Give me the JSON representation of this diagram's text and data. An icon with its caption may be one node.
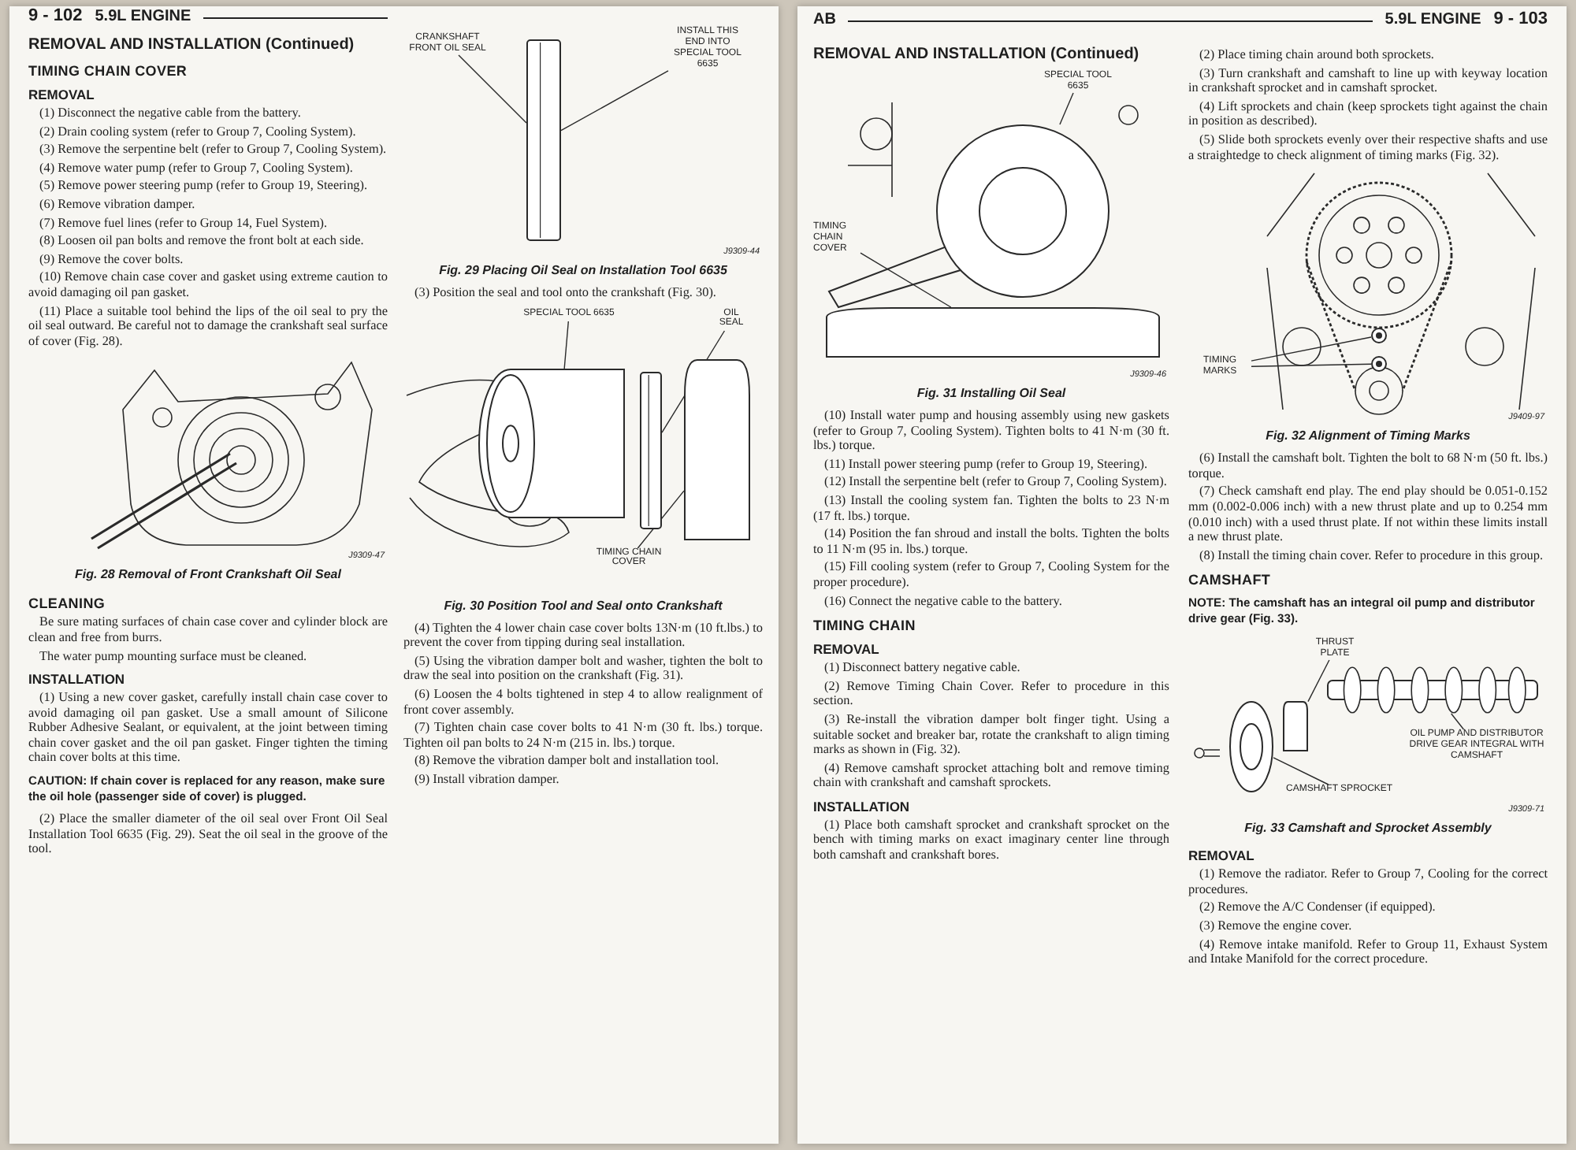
{
  "diagram": {
    "nodes": [
      {
        "text": [
          "CRANKSHAFT FRONT OIL SEAL"
        ]
      },
      {
        "text": [
          "INSTALL THIS END INTO SPECIAL TOOL 6635"
        ]
      },
      {
        "text": [],
        "shape": "bar"
      },
      {
        "text": [
          "SPECIAL TOOL 6635"
        ]
      },
      {
        "text": [
          "OIL SEAL"
        ]
      },
      {
        "text": [],
        "shape": "cylinder"
      },
      {
        "text": [],
        "shape": "bar"
      },
      {
        "text": [
          "TIMING CHAIN COVER"
        ]
      },
      {
        "text": [],
        "shape": "box"
      },
      {
        "text": [
          "SPECIAL TOOL 6635"
        ]
      },
      {
        "text": [
          "TIMING CHAIN COVER"
        ]
      },
      {
        "text": [],
        "shape": "circle"
      },
      {
        "text": [],
        "shape": "box"
      },
      {
        "text": [
          "TIMING MARKS"
        ]
      },
      {
        "text": [],
        "shape": "circle"
      },
      {
        "text": [],
        "shape": "circle"
      },
      {
        "text": [
          "THRUST PLATE"
        ]
      },
      {
        "text": [
          "OIL PUMP AND DISTRIBUTOR DRIVE GEAR INTEGRAL WITH CAMSHAFT"
        ]
      },
      {
        "text": [
          "CAMSHAFT SPROCKET"
        ]
      },
      {
        "text": [],
        "shape": "circle"
      },
      {
        "text": [],
        "shape": "box"
      },
      {
        "text": [],
        "shape": "bar"
      }
    ],
    "edges": [
      {
        "from": 0,
        "to": 2,
        "arrow": "none"
      },
      {
        "from": 1,
        "to": 2,
        "arrow": "none"
      },
      {
        "from": 3,
        "to": 5,
        "arrow": "none"
      },
      {
        "from": 4,
        "to": 6,
        "arrow": "none"
      },
      {
        "from": 7,
        "to": 8,
        "arrow": "none"
      },
      {
        "from": 9,
        "to": 11,
        "arrow": "none"
      },
      {
        "from": 10,
        "to": 12,
        "arrow": "none"
      },
      {
        "from": 13,
        "to": 14,
        "arrow": "none"
      },
      {
        "from": 13,
        "to": 15,
        "arrow": "none"
      },
      {
        "from": 16,
        "to": 20,
        "arrow": "none"
      },
      {
        "from": 17,
        "to": 21,
        "arrow": "none"
      },
      {
        "from": 18,
        "to": 19,
        "arrow": "none"
      }
    ],
    "labels": [
      "9 - 102",
      "5.9L ENGINE",
      "REMOVAL AND INSTALLATION (Continued)",
      "TIMING CHAIN COVER",
      "REMOVAL",
      "(1) Disconnect the negative cable from the battery.",
      "(2) Drain cooling system (refer to Group 7, Cooling System).",
      "(3) Remove the serpentine belt (refer to Group 7, Cooling System).",
      "(4) Remove water pump (refer to Group 7, Cooling System).",
      "(5) Remove power steering pump (refer to Group 19, Steering).",
      "(6) Remove vibration damper.",
      "(7) Remove fuel lines (refer to Group 14, Fuel System).",
      "(8) Loosen oil pan bolts and remove the front bolt at each side.",
      "(9) Remove the cover bolts.",
      "(10) Remove chain case cover and gasket using extreme caution to avoid damaging oil pan gasket.",
      "(11) Place a suitable tool behind the lips of the oil seal to pry the oil seal outward. Be careful not to damage the crankshaft seal surface of cover (Fig. 28).",
      "J9309-47",
      "Fig. 28 Removal of Front Crankshaft Oil Seal",
      "CLEANING",
      "Be sure mating surfaces of chain case cover and cylinder block are clean and free from burrs.",
      "The water pump mounting surface must be cleaned.",
      "INSTALLATION",
      "(1) Using a new cover gasket, carefully install chain case cover to avoid damaging oil pan gasket. Use a small amount of Silicone Rubber Adhesive Sealant, or equivalent, at the joint between timing chain cover gasket and the oil pan gasket. Finger tighten the timing chain cover bolts at this time.",
      "CAUTION: If chain cover is replaced for any reason, make sure the oil hole (passenger side of cover) is plugged.",
      "(2) Place the smaller diameter of the oil seal over Front Oil Seal Installation Tool 6635 (Fig. 29). Seat the oil seal in the groove of the tool.",
      "J9309-44",
      "Fig. 29 Placing Oil Seal on Installation Tool 6635",
      "(3) Position the seal and tool onto the crankshaft (Fig. 30).",
      "Fig. 30 Position Tool and Seal onto Crankshaft",
      "(4) Tighten the 4 lower chain case cover bolts 13N·m (10 ft.lbs.) to prevent the cover from tipping during seal installation.",
      "(5) Using the vibration damper bolt and washer, tighten the bolt to draw the seal into position on the crankshaft (Fig. 31).",
      "(6) Loosen the 4 bolts tightened in step 4 to allow realignment of front cover assembly.",
      "(7) Tighten chain case cover bolts to 41 N·m (30 ft. lbs.) torque. Tighten oil pan bolts to 24 N·m (215 in. lbs.) torque.",
      "(8) Remove the vibration damper bolt and installation tool.",
      "(9) Install vibration damper.",
      "AB",
      "REMOVAL AND INSTALLATION (Continued)",
      "J9309-46",
      "Fig. 31 Installing Oil Seal",
      "(10) Install water pump and housing assembly using new gaskets (refer to Group 7, Cooling System). Tighten bolts to 41 N·m (30 ft. lbs.) torque.",
      "(11) Install power steering pump (refer to Group 19, Steering).",
      "(12) Install the serpentine belt (refer to Group 7, Cooling System).",
      "(13) Install the cooling system fan. Tighten the bolts to 23 N·m (17 ft. lbs.) torque.",
      "(14) Position the fan shroud and install the bolts. Tighten the bolts to 11 N·m (95 in. lbs.) torque.",
      "(15) Fill cooling system (refer to Group 7, Cooling System for the proper procedure).",
      "(16) Connect the negative cable to the battery.",
      "TIMING CHAIN",
      "REMOVAL",
      "(1) Disconnect battery negative cable.",
      "(2) Remove Timing Chain Cover. Refer to procedure in this section.",
      "(3) Re-install the vibration damper bolt finger tight. Using a suitable socket and breaker bar, rotate the crankshaft to align timing marks as shown in (Fig. 32).",
      "(4) Remove camshaft sprocket attaching bolt and remove timing chain with crankshaft and camshaft sprockets.",
      "INSTALLATION",
      "(1) Place both camshaft sprocket and crankshaft sprocket on the bench with timing marks on exact imaginary center line through both camshaft and crankshaft bores.",
      "5.9L ENGINE",
      "9 - 103",
      "(2) Place timing chain around both sprockets.",
      "(3) Turn crankshaft and camshaft to line up with keyway location in crankshaft sprocket and in camshaft sprocket.",
      "(4) Lift sprockets and chain (keep sprockets tight against the chain in position as described).",
      "(5) Slide both sprockets evenly over their respective shafts and use a straightedge to check alignment of timing marks (Fig. 32).",
      "J9409-97",
      "Fig. 32 Alignment of Timing Marks",
      "(6) Install the camshaft bolt. Tighten the bolt to 68 N·m (50 ft. lbs.) torque.",
      "(7) Check camshaft end play. The end play should be 0.051-0.152 mm (0.002-0.006 inch) with a new thrust plate and up to 0.254 mm (0.010 inch) with a used thrust plate. If not within these limits install a new thrust plate.",
      "(8) Install the timing chain cover. Refer to procedure in this group.",
      "CAMSHAFT",
      "NOTE: The camshaft has an integral oil pump and distributor drive gear (Fig. 33).",
      "J9309-71",
      "Fig. 33 Camshaft and Sprocket Assembly",
      "REMOVAL",
      "(1) Remove the radiator. Refer to Group 7, Cooling for the correct procedures.",
      "(2) Remove the A/C Condenser (if equipped).",
      "(3) Remove the engine cover.",
      "(4) Remove intake manifold. Refer to Group 11, Exhaust System and Intake Manifold for the correct procedure."
    ]
  }
}
